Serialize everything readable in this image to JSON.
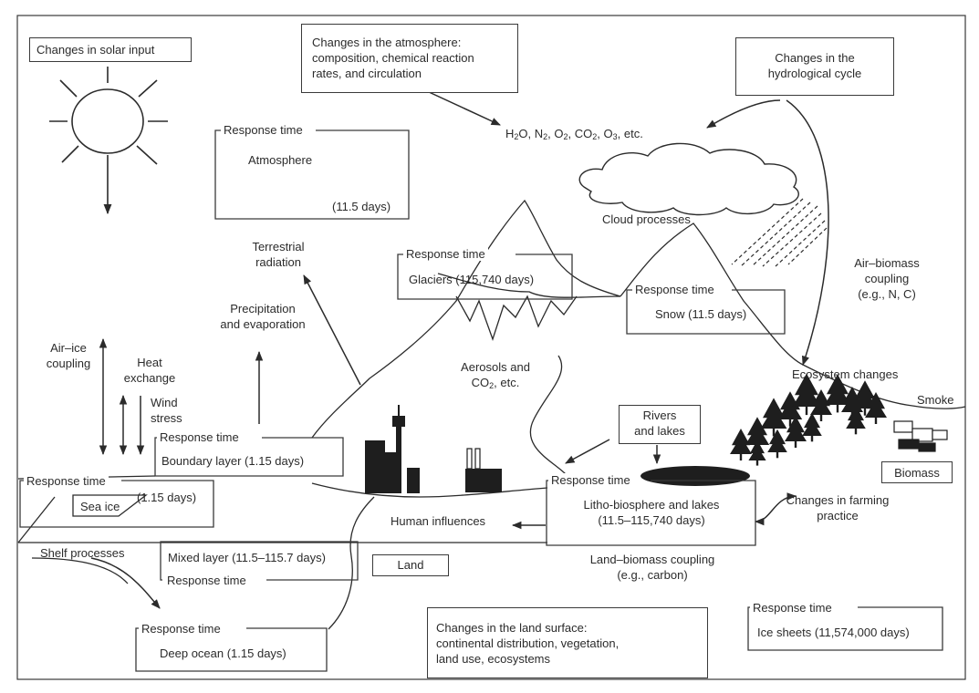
{
  "labels": {
    "solar_input": "Changes in solar input",
    "atmosphere_changes": "Changes in the atmosphere:\ncomposition, chemical reaction\nrates, and circulation",
    "hydrological": "Changes in the\nhydrological cycle",
    "gases_parts": [
      "H",
      "2",
      "O, N",
      "2",
      ", O",
      "2",
      ", CO",
      "2",
      ", O",
      "3",
      ", etc."
    ],
    "response_time": "Response time",
    "atmosphere_title": "Atmosphere",
    "atmosphere_time": "(11.5 days)",
    "cloud_processes": "Cloud processes",
    "terrestrial": "Terrestrial\nradiation",
    "glaciers": "Glaciers (115,740 days)",
    "snow": "Snow (11.5 days)",
    "air_biomass": "Air–biomass\ncoupling\n(e.g., N, C)",
    "precip": "Precipitation\nand evaporation",
    "air_ice": "Air–ice\ncoupling",
    "heat_exchange": "Heat\nexchange",
    "wind_stress": "Wind\nstress",
    "aerosols_parts": [
      "Aerosols and",
      "CO",
      "2",
      ", etc."
    ],
    "ecosystem": "Ecosystem changes",
    "smoke": "Smoke",
    "rivers": "Rivers\nand lakes",
    "boundary": "Boundary layer (1.15 days)",
    "biomass": "Biomass",
    "sea_ice_time": "(1.15 days)",
    "sea_ice": "Sea ice",
    "litho": "Litho-biosphere and lakes\n(11.5–115,740 days)",
    "human": "Human influences",
    "farming": "Changes in farming\npractice",
    "shelf": "Shelf processes",
    "mixed": "Mixed layer (11.5–115.7 days)",
    "land": "Land",
    "land_biomass": "Land–biomass coupling\n(e.g., carbon)",
    "deep_ocean": "Deep ocean (1.15 days)",
    "land_surface": "Changes in the land surface:\ncontinental distribution, vegetation,\nland use, ecosystems",
    "ice_sheets": "Ice sheets (11,574,000 days)"
  },
  "colors": {
    "ink": "#2b2b2b",
    "fill_dark": "#1e1e1e"
  }
}
